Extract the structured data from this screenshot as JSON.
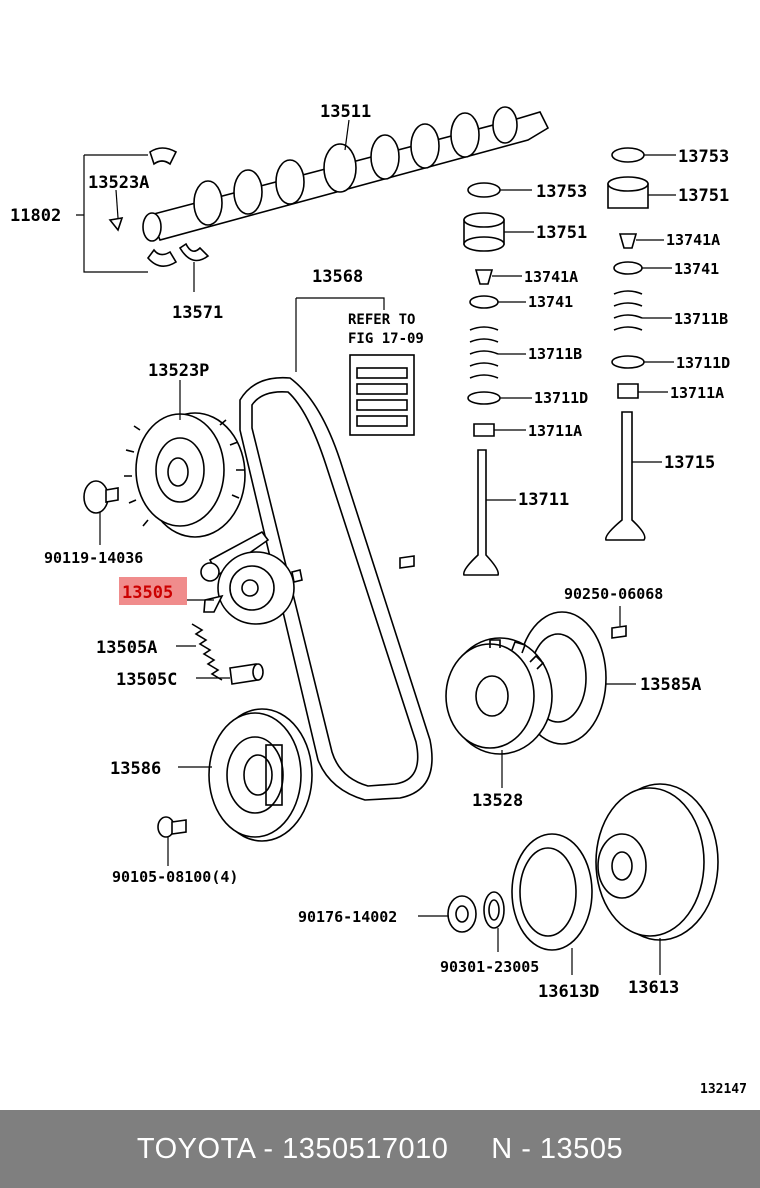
{
  "labels": {
    "camshaft": "13511",
    "bearing_set": "11802",
    "camshaft_sub": "13523A",
    "camshaft_bearing": "13571",
    "timing_belt": "13568",
    "camshaft_pulley": "13523P",
    "pulley_bolt": "90119-14036",
    "tensioner": "13505",
    "tensioner_spring": "13505A",
    "tensioner_pin": "13505C",
    "crank_pulley": "13586",
    "pulley_bolts": "90105-08100(4)",
    "valve_lifter_shim_l": "13753",
    "valve_lifter_l": "13751",
    "valve_keeper_l": "13741A",
    "spring_retainer_l": "13741",
    "valve_spring_l": "13711B",
    "spring_seat_l": "13711D",
    "valve_seal_l": "13711A",
    "intake_valve": "13711",
    "shim_r": "13753",
    "lifter_r": "13751",
    "keeper_r": "13741A",
    "retainer_r": "13741",
    "spring_r": "13711B",
    "seat_r": "13711D",
    "seal_r": "13711A",
    "exhaust_valve": "13715",
    "pin": "90250-06068",
    "belt_guide": "13585A",
    "crank_timing_pulley": "13528",
    "oil_seal": "90176-14002",
    "seal_ring": "90301-23005",
    "flywheel_ring": "13613D",
    "flywheel": "13613"
  },
  "refer_note": {
    "line1": "REFER TO",
    "line2": "FIG 17-09"
  },
  "figure_number": "132147",
  "highlight_color": "#f08c8c",
  "footer": {
    "text": "TOYOTA - 1350517010     N - 13505"
  }
}
